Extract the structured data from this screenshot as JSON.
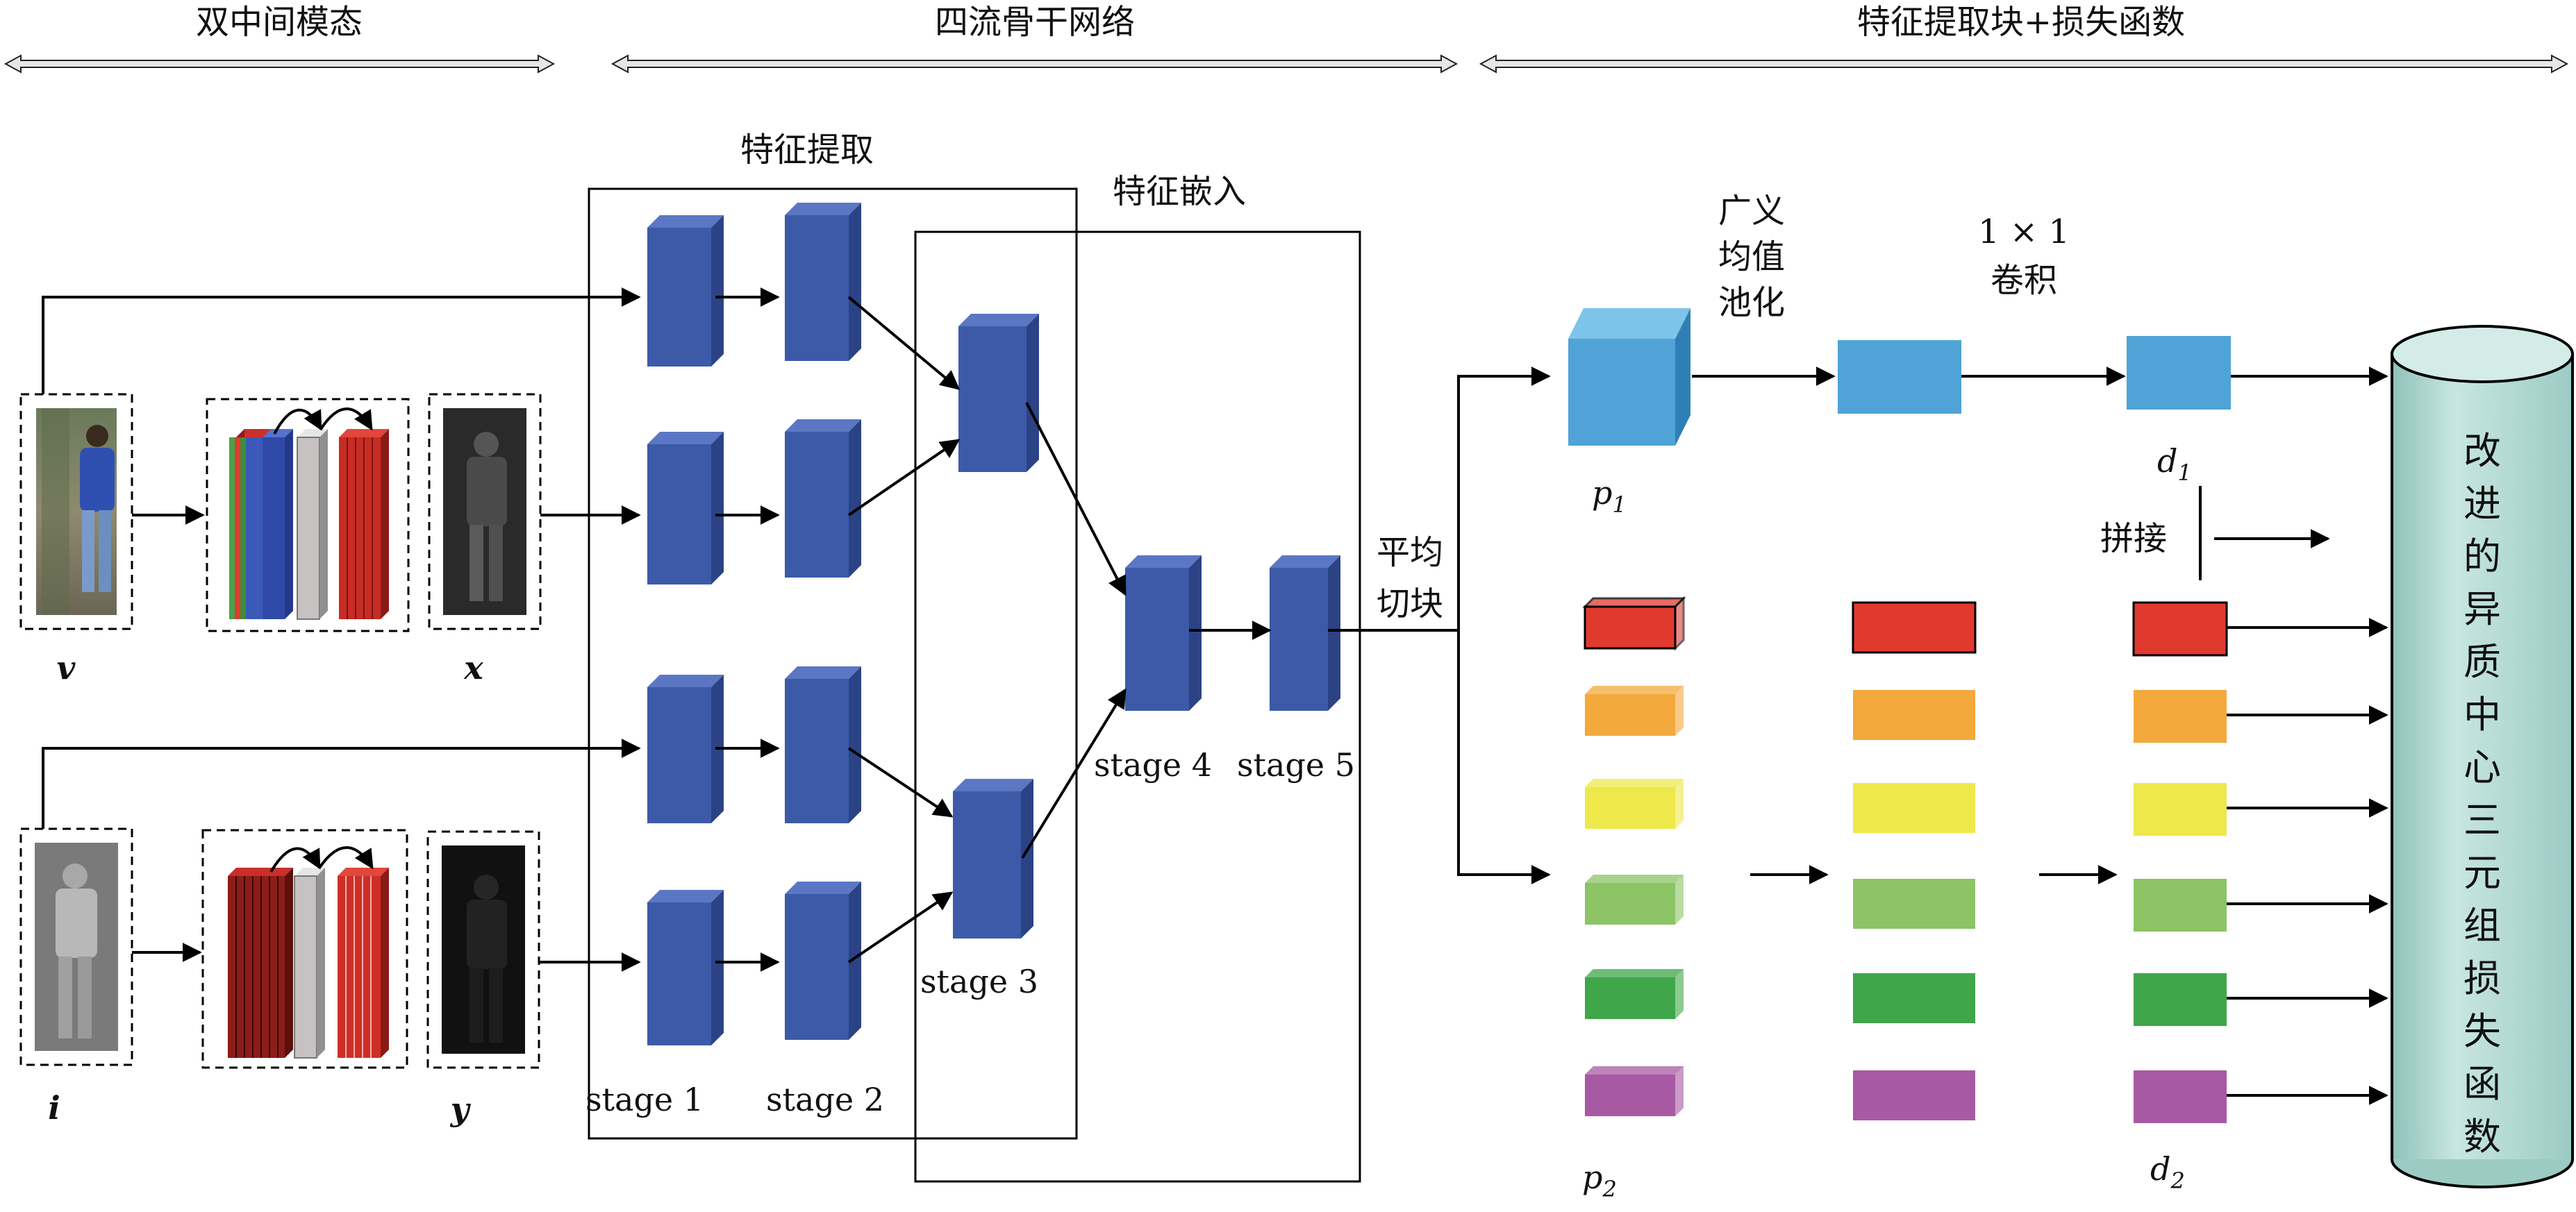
{
  "sections": {
    "left": "双中间模态",
    "middle": "四流骨干网络",
    "right": "特征提取块+损失函数"
  },
  "boxes": {
    "feature_extraction": "特征提取",
    "feature_embedding": "特征嵌入"
  },
  "labels": {
    "v": "v",
    "x": "x",
    "i": "i",
    "y": "y",
    "stage1": "stage 1",
    "stage2": "stage 2",
    "stage3": "stage 3",
    "stage4": "stage 4",
    "stage5": "stage 5",
    "avg_split_1": "平均",
    "avg_split_2": "切块",
    "gem_1": "广义",
    "gem_2": "均值",
    "gem_3": "池化",
    "conv_1": "1 × 1",
    "conv_2": "卷积",
    "concat": "拼接",
    "p1_main": "p",
    "p1_sub": "1",
    "p2_main": "p",
    "p2_sub": "2",
    "d1_main": "d",
    "d1_sub": "1",
    "d2_main": "d",
    "d2_sub": "2",
    "loss": "改进的异质中心三元组损失函数"
  },
  "colors": {
    "block_blue": "#3c5aa8",
    "block_blue_dark": "#2b4385",
    "feat_blue": "#4fa3d6",
    "part_red": "#e03a2f",
    "part_orange": "#f3a93c",
    "part_yellow": "#eee84a",
    "part_lightgreen": "#8cc466",
    "part_green": "#3fa64a",
    "part_purple": "#a859a3",
    "cylinder": "#b3d9d3"
  }
}
